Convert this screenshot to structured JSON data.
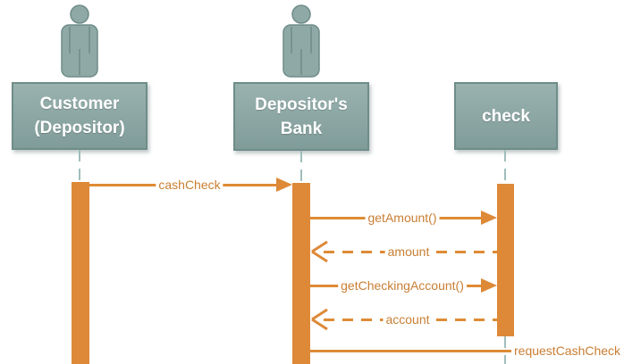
{
  "diagram": {
    "kind": "uml-sequence-diagram",
    "colors": {
      "background": "#FFFFFF",
      "participant_fill_top": "#99B2AF",
      "participant_fill_bottom": "#809C99",
      "participant_border": "#6F8D8A",
      "participant_text": "#FFFFFF",
      "actor_fill": "#8FA9A6",
      "actor_stroke": "#6E8C89",
      "lifeline": "#9FBEBC",
      "activation_fill": "#DD8938",
      "message_line": "#DE8B35",
      "message_text": "#C97E33"
    },
    "participants": [
      {
        "id": "customer",
        "line1": "Customer",
        "line2": "(Depositor)",
        "icon": "person-icon"
      },
      {
        "id": "bank",
        "line1": "Depositor's",
        "line2": "Bank",
        "icon": "person-icon"
      },
      {
        "id": "check",
        "line1": "check"
      }
    ],
    "messages": [
      {
        "label": "cashCheck",
        "kind": "call",
        "from": "customer",
        "to": "bank"
      },
      {
        "label": "getAmount()",
        "kind": "call",
        "from": "bank",
        "to": "check"
      },
      {
        "label": "amount",
        "kind": "return",
        "from": "check",
        "to": "bank"
      },
      {
        "label": "getCheckingAccount()",
        "kind": "call",
        "from": "bank",
        "to": "check"
      },
      {
        "label": "account",
        "kind": "return",
        "from": "check",
        "to": "bank"
      },
      {
        "label": "requestCashCheck",
        "kind": "call",
        "from": "bank",
        "to": "off-diagram-right"
      }
    ]
  }
}
